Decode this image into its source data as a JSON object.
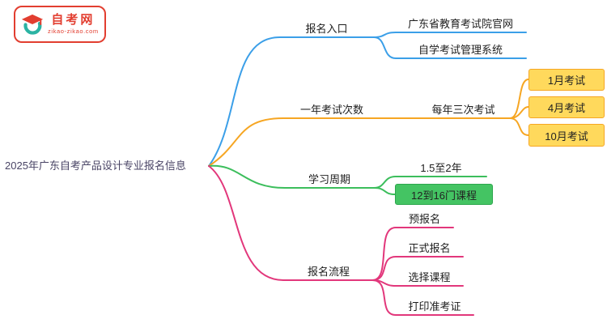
{
  "colors": {
    "blue": "#3b9fe8",
    "orange": "#f6a623",
    "yellow-fill": "#ffd95c",
    "green": "#3cbe5c",
    "green-fill": "#44c463",
    "pink": "#e2377b",
    "red": "#e23e30",
    "teal": "#2bb3a3",
    "root-text": "#4a4566",
    "node-text": "#1e1e1e"
  },
  "logo": {
    "title": "自考网",
    "subtitle": "zikao-zikao.com"
  },
  "root": {
    "label": "2025年广东自考产品设计专业报名信息"
  },
  "branches": [
    {
      "label": "报名入口",
      "children": [
        {
          "label": "广东省教育考试院官网"
        },
        {
          "label": "自学考试管理系统"
        }
      ]
    },
    {
      "label": "一年考试次数",
      "children": [
        {
          "label": "每年三次考试",
          "children": [
            {
              "label": "1月考试"
            },
            {
              "label": "4月考试"
            },
            {
              "label": "10月考试"
            }
          ]
        }
      ]
    },
    {
      "label": "学习周期",
      "children": [
        {
          "label": "1.5至2年"
        },
        {
          "label": "12到16门课程"
        }
      ]
    },
    {
      "label": "报名流程",
      "children": [
        {
          "label": "预报名"
        },
        {
          "label": "正式报名"
        },
        {
          "label": "选择课程"
        },
        {
          "label": "打印准考证"
        }
      ]
    }
  ]
}
